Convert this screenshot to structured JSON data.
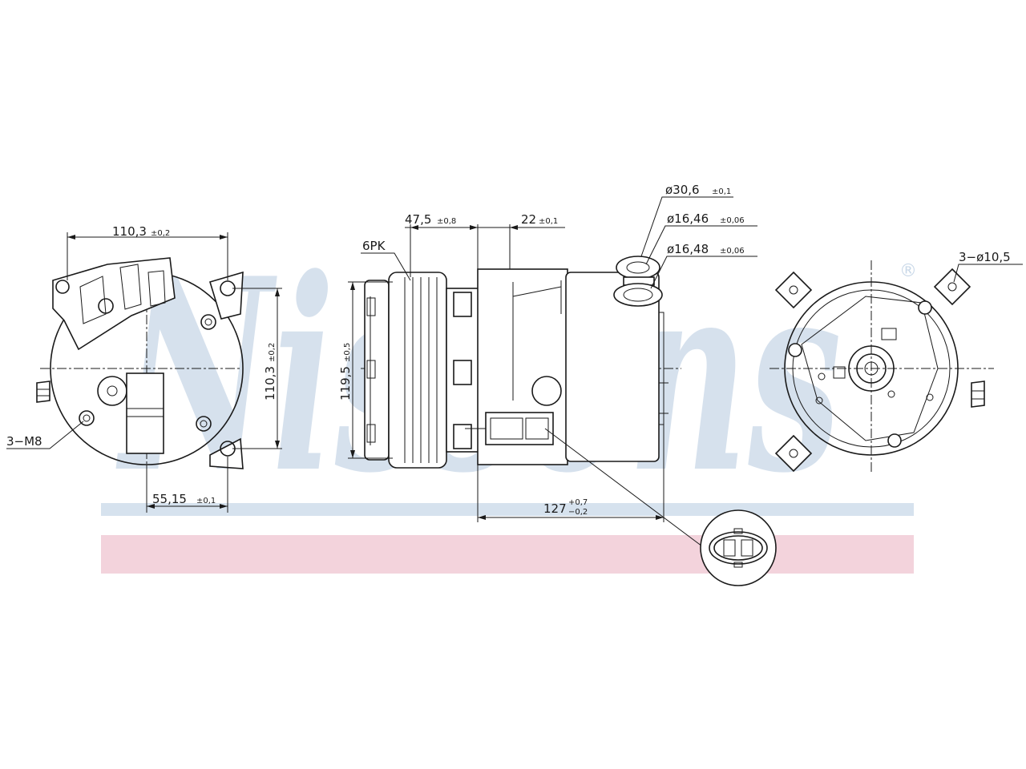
{
  "watermark": {
    "text": "Nissens",
    "mark": "®",
    "color": "#c9d8e8"
  },
  "band_colors": {
    "blue": "#d6e2ee",
    "pink": "#f3d3dc"
  },
  "labels": {
    "pulley": "6PK",
    "mount_thread": "3−M8",
    "mount_holes": "3−ø10,5"
  },
  "dimensions": {
    "bolt_h": {
      "main": "110,3",
      "tol": "±0,2"
    },
    "bolt_v": {
      "main": "110,3",
      "tol": "±0,2"
    },
    "offset": {
      "main": "55,15",
      "tol": "±0,1"
    },
    "pulley_dia": {
      "main": "119,5",
      "tol": "±0,5"
    },
    "pulley_width": {
      "main": "47,5",
      "tol": "±0,8"
    },
    "flange": {
      "main": "22",
      "tol": "±0,1"
    },
    "length": {
      "main": "127",
      "tol_plus": "+0,7",
      "tol_minus": "−0,2"
    },
    "port_outer": {
      "main": "ø30,6",
      "tol": "±0,1"
    },
    "port_1": {
      "main": "ø16,46",
      "tol": "±0,06"
    },
    "port_2": {
      "main": "ø16,48",
      "tol": "±0,06"
    }
  }
}
